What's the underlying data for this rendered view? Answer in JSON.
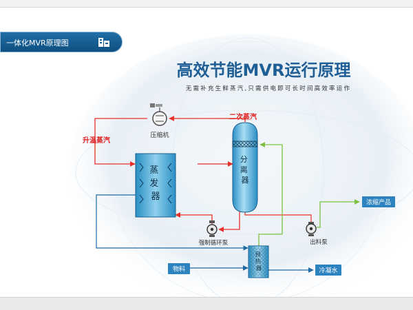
{
  "header": {
    "tab_label": "一体化MVR原理图",
    "tab_icon": "building-icon"
  },
  "title": "高效节能MVR运行原理",
  "subtitle": "无需补充生鲜蒸汽,只需供电即可长时间高效率运作",
  "labels": {
    "compressor": "压缩机",
    "secondary_steam": "二次蒸汽",
    "heated_steam": "升温蒸汽",
    "evaporator": "蒸发器",
    "separator": "分离器",
    "forced_circulation_pump": "强制循环泵",
    "discharge_pump": "出料泵",
    "concentrate_product": "浓缩产品",
    "feed_material": "物料",
    "condensate_water": "冷凝水",
    "preheater": "预热器"
  },
  "colors": {
    "steam_line": "#e8312a",
    "liquid_line": "#1f6aa5",
    "condensate_line": "#7cc242",
    "vessel": "#2a8fc4",
    "tag_fill": "#2d83c0",
    "title_text": "#1f5f96",
    "label_red": "#e02020"
  }
}
